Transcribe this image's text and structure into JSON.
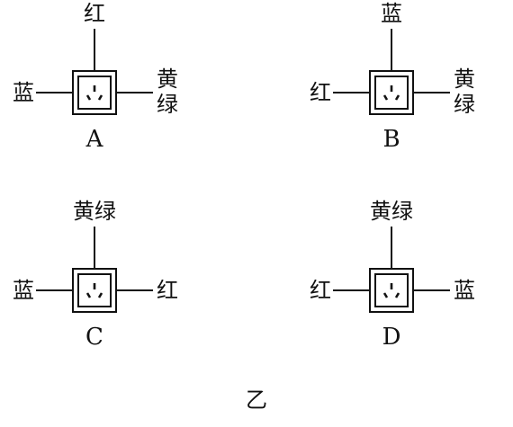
{
  "panels": [
    {
      "letter": "A",
      "top": "红",
      "left": "蓝",
      "right": "黄绿",
      "right_vertical": true
    },
    {
      "letter": "B",
      "top": "蓝",
      "left": "红",
      "right": "黄绿",
      "right_vertical": true
    },
    {
      "letter": "C",
      "top": "黄绿",
      "left": "蓝",
      "right": "红",
      "right_vertical": false
    },
    {
      "letter": "D",
      "top": "黄绿",
      "left": "红",
      "right": "蓝",
      "right_vertical": false
    }
  ],
  "caption": "乙"
}
